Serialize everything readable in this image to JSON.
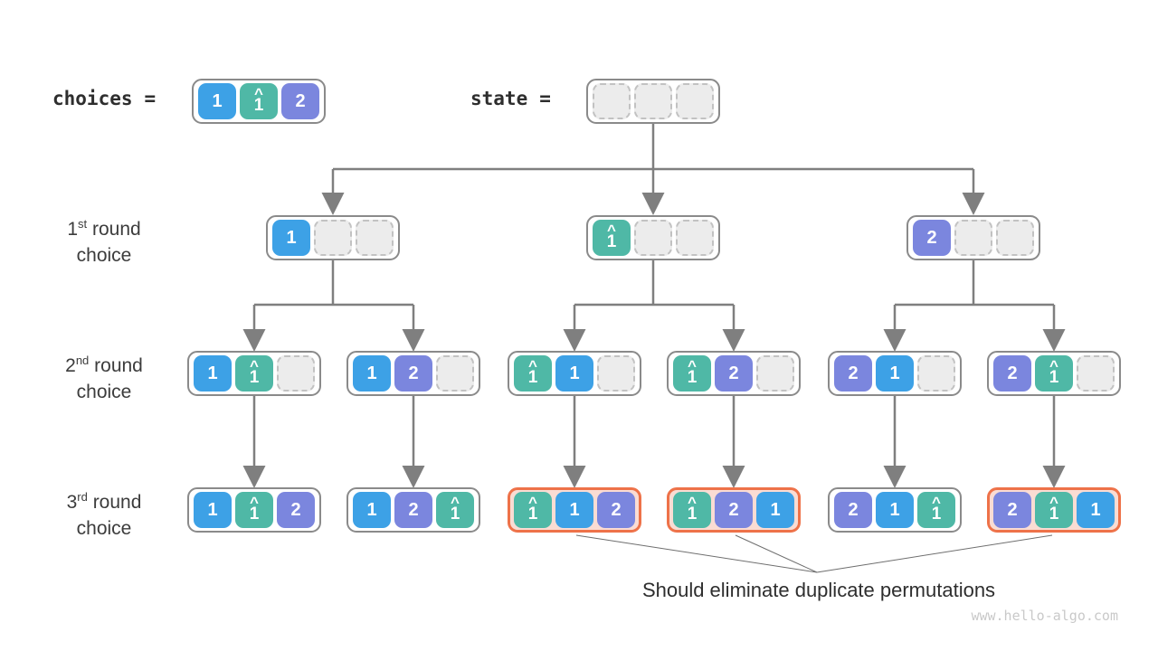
{
  "colors": {
    "blue": "#3da1e6",
    "teal": "#4fb8a6",
    "purple": "#7b86de",
    "highlight-border": "#ee7249",
    "highlight-bg": "#fadcd3",
    "connector": "#7f7f7f"
  },
  "header": {
    "choices_label": "choices",
    "choices_eq": "=",
    "state_label": "state",
    "state_eq": "="
  },
  "array": {
    "choices": {
      "cells": [
        "1",
        "1^",
        "2"
      ]
    },
    "state_root": {
      "cells": [
        "",
        "",
        ""
      ]
    }
  },
  "labels": {
    "rounds": [
      {
        "num": "1",
        "sup": "st",
        "word": "round",
        "line2": "choice"
      },
      {
        "num": "2",
        "sup": "nd",
        "word": "round",
        "line2": "choice"
      },
      {
        "num": "3",
        "sup": "rd",
        "word": "round",
        "line2": "choice"
      }
    ]
  },
  "tree": {
    "round1": [
      {
        "cells": [
          "1",
          "",
          ""
        ]
      },
      {
        "cells": [
          "1^",
          "",
          ""
        ]
      },
      {
        "cells": [
          "2",
          "",
          ""
        ]
      }
    ],
    "round2": [
      {
        "cells": [
          "1",
          "1^",
          ""
        ]
      },
      {
        "cells": [
          "1",
          "2",
          ""
        ]
      },
      {
        "cells": [
          "1^",
          "1",
          ""
        ]
      },
      {
        "cells": [
          "1^",
          "2",
          ""
        ]
      },
      {
        "cells": [
          "2",
          "1",
          ""
        ]
      },
      {
        "cells": [
          "2",
          "1^",
          ""
        ]
      }
    ],
    "round3": [
      {
        "cells": [
          "1",
          "1^",
          "2"
        ],
        "highlight": false
      },
      {
        "cells": [
          "1",
          "2",
          "1^"
        ],
        "highlight": false
      },
      {
        "cells": [
          "1^",
          "1",
          "2"
        ],
        "highlight": true
      },
      {
        "cells": [
          "1^",
          "2",
          "1"
        ],
        "highlight": true
      },
      {
        "cells": [
          "2",
          "1",
          "1^"
        ],
        "highlight": false
      },
      {
        "cells": [
          "2",
          "1^",
          "1"
        ],
        "highlight": true
      }
    ]
  },
  "footer": {
    "note": "Should eliminate duplicate permutations",
    "watermark": "www.hello-algo.com"
  }
}
